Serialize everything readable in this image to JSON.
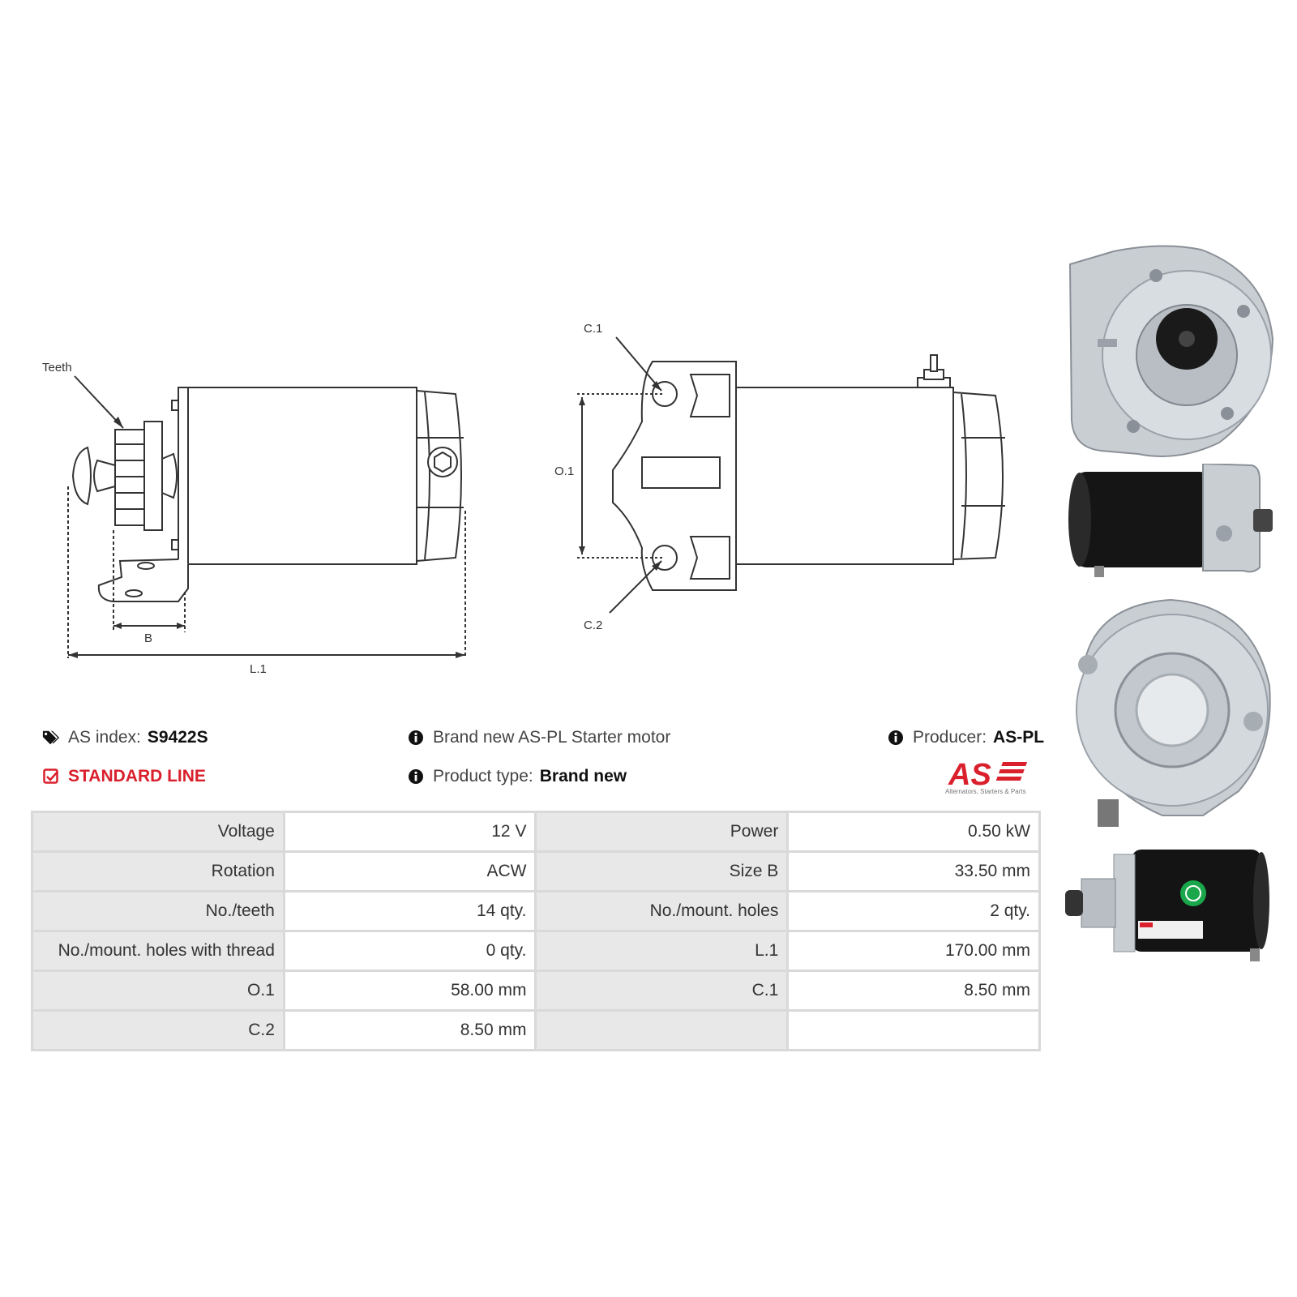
{
  "drawing": {
    "teeth_label": "Teeth",
    "b_label": "B",
    "l1_label": "L.1",
    "c1_label": "C.1",
    "c2_label": "C.2",
    "o1_label": "O.1"
  },
  "info": {
    "as_index_label": "AS index:",
    "as_index_value": "S9422S",
    "line": "STANDARD LINE",
    "description": "Brand new AS-PL Starter motor",
    "product_type_label": "Product type:",
    "product_type_value": "Brand new",
    "producer_label": "Producer:",
    "producer_value": "AS-PL",
    "logo_text": "AS",
    "logo_tagline": "Alternators, Starters & Parts"
  },
  "specs": [
    [
      "Voltage",
      "12 V",
      "Power",
      "0.50 kW"
    ],
    [
      "Rotation",
      "ACW",
      "Size B",
      "33.50 mm"
    ],
    [
      "No./teeth",
      "14 qty.",
      "No./mount. holes",
      "2 qty."
    ],
    [
      "No./mount. holes with thread",
      "0 qty.",
      "L.1",
      "170.00 mm"
    ],
    [
      "O.1",
      "58.00 mm",
      "C.1",
      "8.50 mm"
    ],
    [
      "C.2",
      "8.50 mm",
      "",
      ""
    ]
  ],
  "colors": {
    "accent": "#d9202c",
    "label_bg": "#e8e8e8",
    "border": "#d9d9d9"
  },
  "icons": {
    "tag": "tags-icon",
    "info": "info-circle-icon",
    "check": "check-square-icon"
  }
}
